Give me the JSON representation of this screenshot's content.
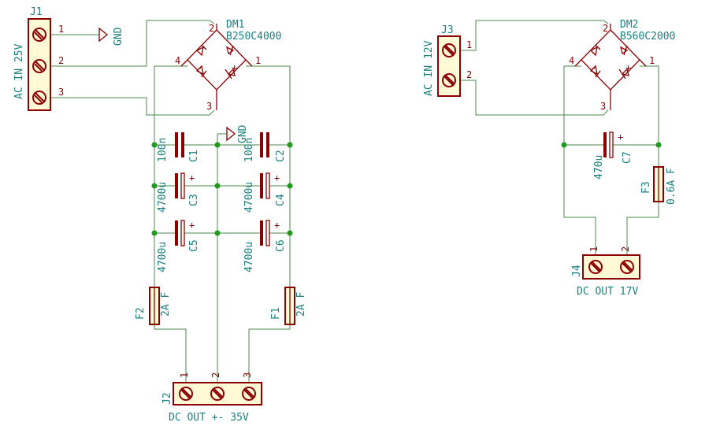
{
  "power_left": {
    "ac_in_label": "AC IN 25V",
    "gnd_top": "GND",
    "gnd_mid": "GND",
    "dc_out": "DC OUT +- 35V"
  },
  "power_right": {
    "ac_in_label": "AC IN 12V",
    "dc_out": "DC OUT 17V"
  },
  "connectors": {
    "j1": {
      "ref": "J1",
      "pins": [
        "1",
        "2",
        "3"
      ]
    },
    "j2": {
      "ref": "J2",
      "pins": [
        "1",
        "2",
        "3"
      ]
    },
    "j3": {
      "ref": "J3",
      "pins": [
        "1",
        "2"
      ]
    },
    "j4": {
      "ref": "J4",
      "pins": [
        "1",
        "2"
      ]
    }
  },
  "bridges": {
    "dm1": {
      "ref": "DM1",
      "value": "B250C4000",
      "pins": [
        "1",
        "2",
        "3",
        "4"
      ],
      "plus": "+",
      "minus": "-"
    },
    "dm2": {
      "ref": "DM2",
      "value": "B560C2000",
      "pins": [
        "1",
        "2",
        "3",
        "4"
      ],
      "plus": "+",
      "minus": "-"
    }
  },
  "capacitors": {
    "c1": {
      "ref": "C1",
      "value": "100n"
    },
    "c2": {
      "ref": "C2",
      "value": "100n"
    },
    "c3": {
      "ref": "C3",
      "value": "4700u"
    },
    "c4": {
      "ref": "C4",
      "value": "4700u"
    },
    "c5": {
      "ref": "C5",
      "value": "4700u"
    },
    "c6": {
      "ref": "C6",
      "value": "4700u"
    },
    "c7": {
      "ref": "C7",
      "value": "470u"
    },
    "plus": "+"
  },
  "fuses": {
    "f1": {
      "ref": "F1",
      "value": "2A F"
    },
    "f2": {
      "ref": "F2",
      "value": "2A F"
    },
    "f3": {
      "ref": "F3",
      "value": "0.6A F"
    }
  }
}
